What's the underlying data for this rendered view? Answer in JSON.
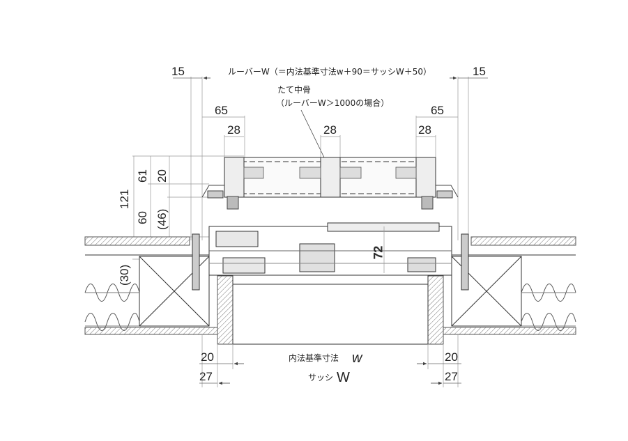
{
  "diagram": {
    "top_label": "ルーバーW（＝内法基準寸法w＋90＝サッシW＋50）",
    "callout_line1": "たて中骨",
    "callout_line2": "（ルーバーW＞1000の場合）",
    "dims": {
      "top_left_15": "15",
      "top_right_15": "15",
      "left_65": "65",
      "right_65": "65",
      "left_28": "28",
      "center_28": "28",
      "right_28": "28",
      "v_121": "121",
      "v_61": "61",
      "v_20": "20",
      "v_60": "60",
      "v_46": "(46)",
      "v_30": "(30)",
      "v_72": "72",
      "bottom_left_20": "20",
      "bottom_right_20": "20",
      "bottom_left_27": "27",
      "bottom_right_27": "27"
    },
    "inner_label_text": "内法基準寸法",
    "inner_label_symbol": "w",
    "sash_label_text": "サッシ",
    "sash_label_symbol": "W"
  },
  "colors": {
    "line": "#333333",
    "dim_line": "#666666",
    "hatch": "#888888"
  }
}
